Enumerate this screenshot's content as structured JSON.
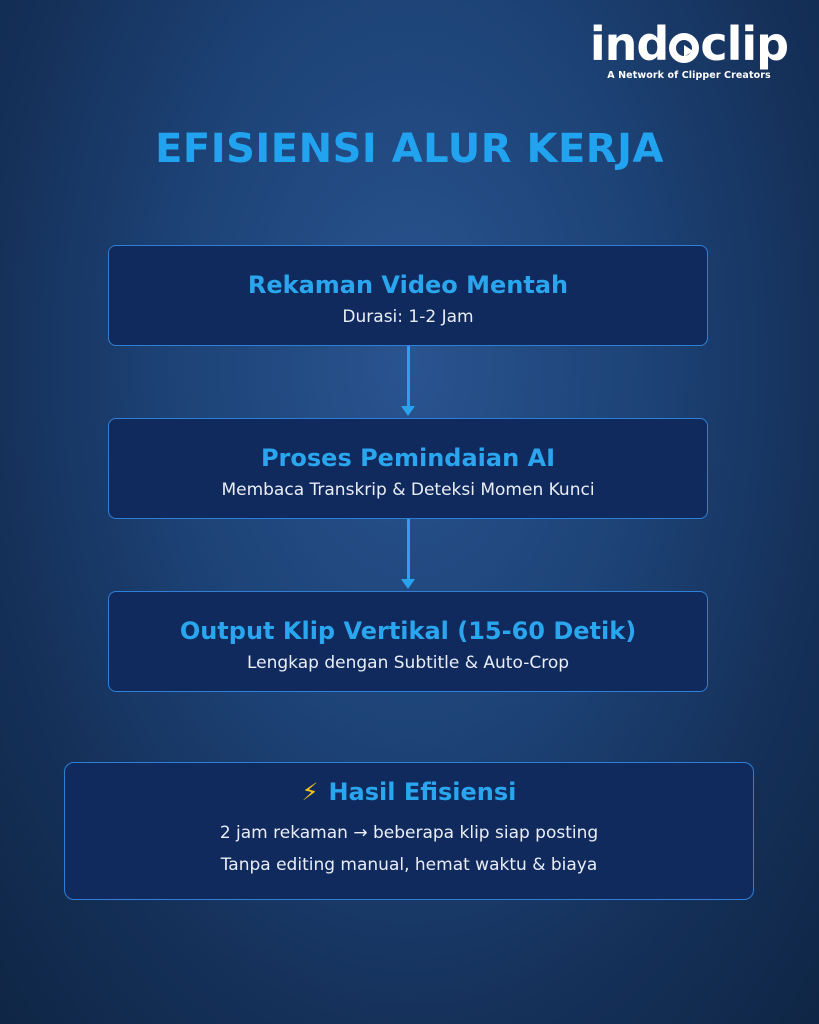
{
  "brand": {
    "name_prefix": "ind",
    "name_suffix": "clip",
    "tagline": "A Network of Clipper Creators"
  },
  "title": "EFISIENSI ALUR KERJA",
  "steps": [
    {
      "title": "Rekaman Video Mentah",
      "subtitle": "Durasi: 1-2 Jam"
    },
    {
      "title": "Proses Pemindaian AI",
      "subtitle": "Membaca Transkrip & Deteksi Momen Kunci"
    },
    {
      "title": "Output Klip Vertikal (15-60 Detik)",
      "subtitle": "Lengkap dengan Subtitle & Auto-Crop"
    }
  ],
  "result": {
    "icon": "lightning-icon",
    "icon_glyph": "⚡",
    "title": "Hasil Efisiensi",
    "line1": "2 jam rekaman → beberapa klip siap posting",
    "line2": "Tanpa editing manual, hemat waktu & biaya"
  },
  "colors": {
    "accent": "#22a3f0",
    "box_background": "#112a5d",
    "box_border": "#2f7fd6",
    "bolt": "#f5c518"
  }
}
